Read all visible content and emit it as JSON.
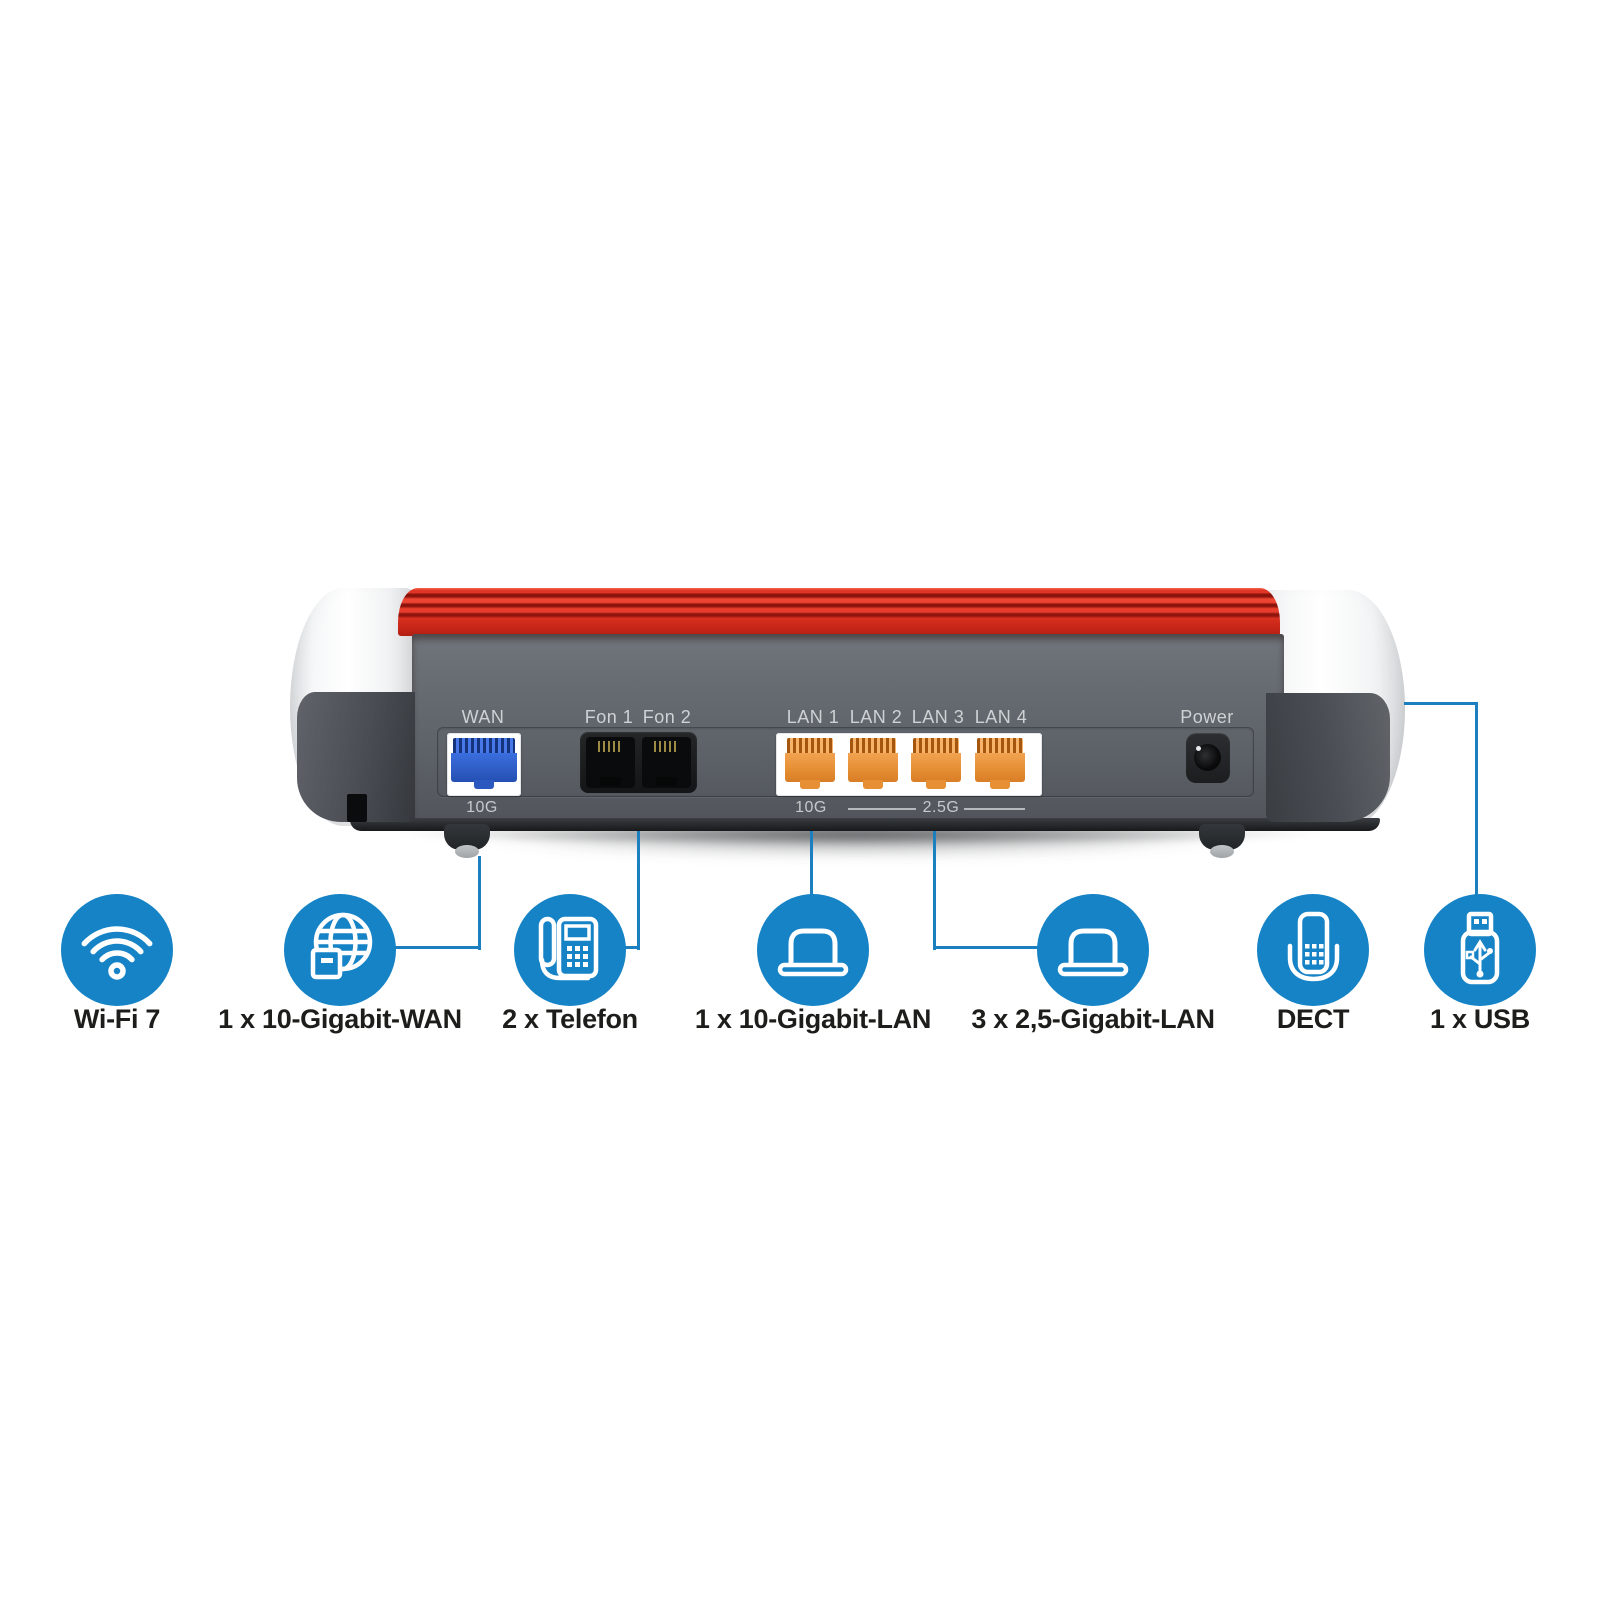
{
  "figure": {
    "type": "product-callout-diagram",
    "subject": "router rear view with port callouts"
  },
  "router": {
    "ports": [
      {
        "id": "wan",
        "label": "WAN",
        "speed": "10G",
        "connector": "rj45-blue"
      },
      {
        "id": "fon1",
        "label": "Fon 1",
        "connector": "rj11-black"
      },
      {
        "id": "fon2",
        "label": "Fon 2",
        "connector": "rj11-black"
      },
      {
        "id": "lan1",
        "label": "LAN 1",
        "speed": "10G",
        "connector": "rj45-orange"
      },
      {
        "id": "lan2",
        "label": "LAN 2",
        "speed": "2.5G",
        "connector": "rj45-orange"
      },
      {
        "id": "lan3",
        "label": "LAN 3",
        "speed": "2.5G",
        "connector": "rj45-orange"
      },
      {
        "id": "lan4",
        "label": "LAN 4",
        "speed": "2.5G",
        "connector": "rj45-orange"
      },
      {
        "id": "power",
        "label": "Power",
        "connector": "dc-barrel"
      }
    ],
    "speed_labels": {
      "wan": "10G",
      "lan_10g": "10G",
      "lan_25g": "2.5G"
    }
  },
  "features": [
    {
      "icon": "wifi-icon",
      "label": "Wi-Fi 7"
    },
    {
      "icon": "wan-globe-icon",
      "label": "1 x 10-Gigabit-WAN"
    },
    {
      "icon": "telephone-icon",
      "label": "2 x Telefon"
    },
    {
      "icon": "laptop-icon",
      "label": "1 x 10-Gigabit-LAN"
    },
    {
      "icon": "laptop-icon",
      "label": "3 x 2,5-Gigabit-LAN"
    },
    {
      "icon": "dect-handset-icon",
      "label": "DECT"
    },
    {
      "icon": "usb-stick-icon",
      "label": "1 x USB"
    }
  ],
  "colors": {
    "feature_circle_blue": "#1583c6",
    "callout_line_blue": "#1c7fbf",
    "router_red_top": "#d82f20",
    "panel_gray": "#5d6268",
    "wan_connector_blue": "#2c59c0",
    "lan_connector_orange": "#e68f35",
    "label_dark": "#1d1d1b",
    "port_label_gray": "#ced2d5"
  }
}
